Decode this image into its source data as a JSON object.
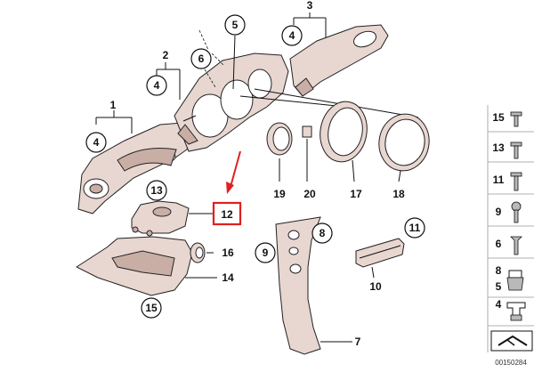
{
  "callouts": {
    "c1": "1",
    "c2": "2",
    "c3": "3",
    "c4a": "4",
    "c4b": "4",
    "c4c": "4",
    "c5": "5",
    "c6": "6",
    "c7": "7",
    "c8": "8",
    "c9": "9",
    "c10": "10",
    "c11": "11",
    "c12": "12",
    "c13": "13",
    "c14": "14",
    "c15": "15",
    "c16": "16",
    "c17": "17",
    "c18": "18",
    "c19": "19",
    "c20": "20"
  },
  "legend": {
    "items": [
      "15",
      "13",
      "11",
      "9",
      "6",
      "8",
      "5",
      "4"
    ]
  },
  "footer": "00150284",
  "highlight_color": "#e02020"
}
